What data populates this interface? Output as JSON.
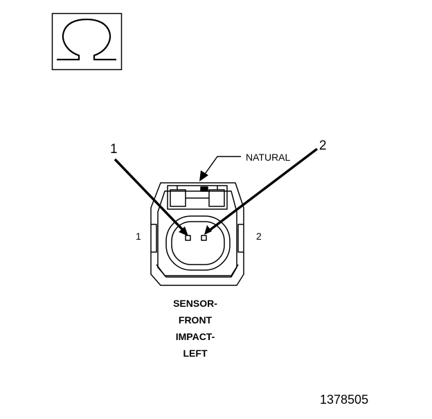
{
  "symbol": {
    "name": "ohm-icon",
    "glyph": "Ω"
  },
  "callouts": {
    "pin1_leader": "1",
    "pin2_leader": "2"
  },
  "connector": {
    "color_label": "NATURAL",
    "cavity_left": "1",
    "cavity_right": "2"
  },
  "caption_lines": [
    "SENSOR-",
    "FRONT",
    "IMPACT-",
    "LEFT"
  ],
  "figure_number": "1378505"
}
